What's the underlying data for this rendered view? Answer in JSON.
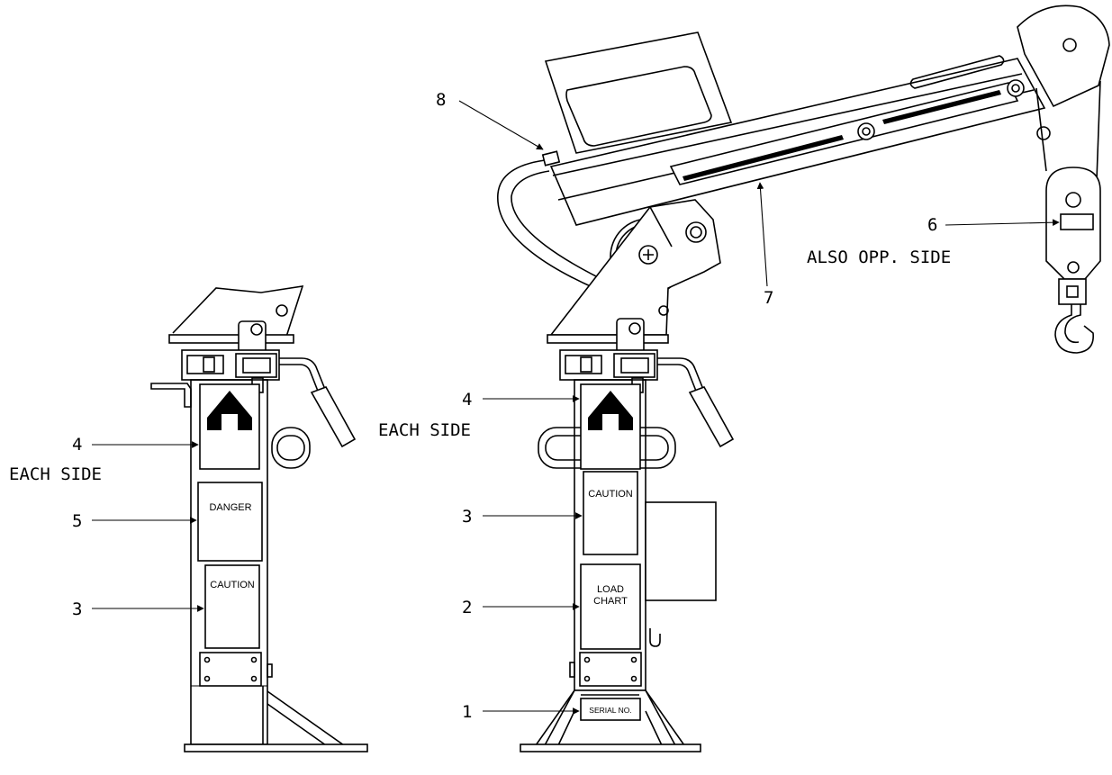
{
  "callouts": {
    "c8": "8",
    "c7": "7",
    "c6": "6",
    "c6_note": "ALSO OPP. SIDE",
    "left_c4": "4",
    "left_c4_note": "EACH SIDE",
    "left_c5": "5",
    "left_c3": "3",
    "right_c4": "4",
    "right_c4_note": "EACH SIDE",
    "right_c3": "3",
    "right_c2": "2",
    "right_c1": "1"
  },
  "plates": {
    "danger": "DANGER",
    "caution_left": "CAUTION",
    "caution_right": "CAUTION",
    "load_chart_1": "LOAD",
    "load_chart_2": "CHART",
    "serial": "SERIAL NO."
  }
}
